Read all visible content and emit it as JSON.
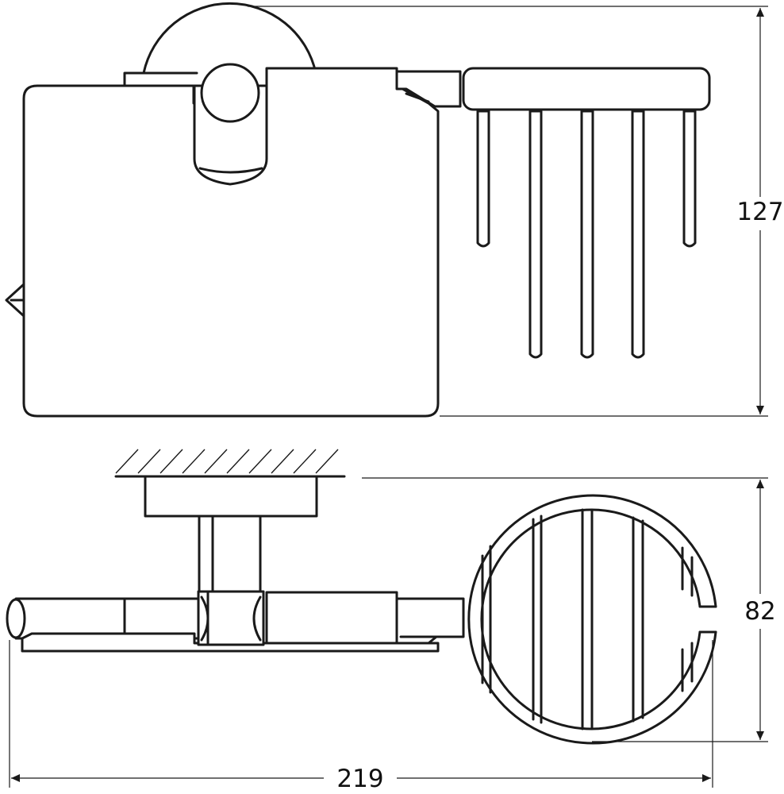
{
  "dimensions": {
    "height": "127",
    "depth": "82",
    "width": "219"
  }
}
